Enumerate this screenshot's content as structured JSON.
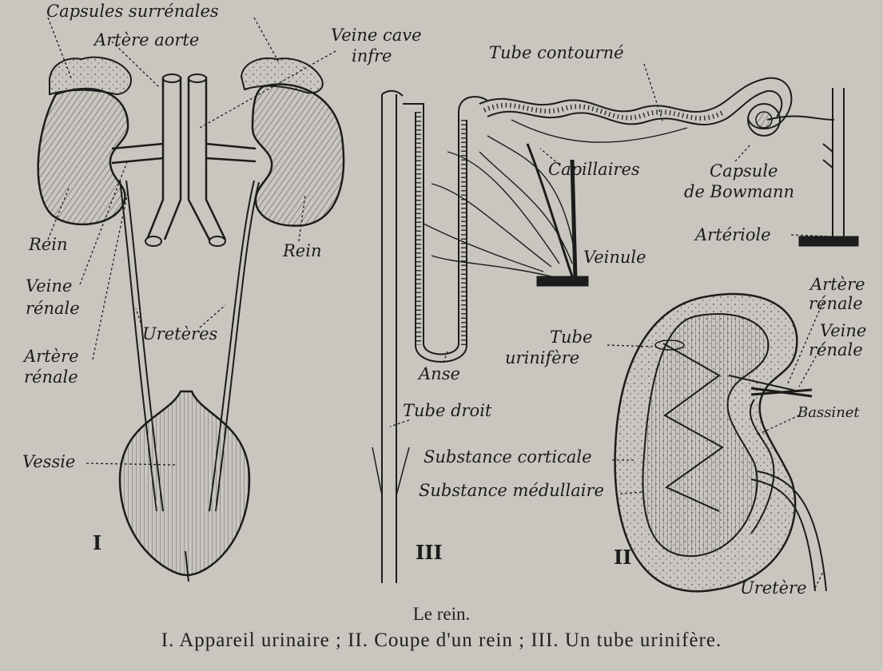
{
  "figure": {
    "panels": {
      "I": {
        "numeral": "I",
        "labels": {
          "capsules_surrenales": "Capsules surrénales",
          "artere_aorte": "Artère aorte",
          "veine_cave_line1": "Veine cave",
          "veine_cave_line2": "infre",
          "rein_left": "Rein",
          "rein_right": "Rein",
          "veine_renale_line1": "Veine",
          "veine_renale_line2": "rénale",
          "ureteres": "Uretères",
          "artere_renale_line1": "Artère",
          "artere_renale_line2": "rénale",
          "vessie": "Vessie"
        }
      },
      "II": {
        "numeral": "II",
        "labels": {
          "artere_renale_line1": "Artère",
          "artere_renale_line2": "rénale",
          "tube_urinifere_line1": "Tube",
          "tube_urinifere_line2": "urinifère",
          "veine_renale_line1": "Veine",
          "veine_renale_line2": "rénale",
          "bassinet": "Bassinet",
          "substance_corticale": "Substance corticale",
          "substance_medullaire": "Substance médullaire",
          "uretere": "Uretère"
        }
      },
      "III": {
        "numeral": "III",
        "labels": {
          "tube_contourne": "Tube contourné",
          "capillaires": "Capillaires",
          "capsule_line1": "Capsule",
          "capsule_line2": "de Bowmann",
          "arteriole": "Artériole",
          "veinule": "Veinule",
          "anse": "Anse",
          "tube_droit": "Tube droit"
        }
      }
    },
    "caption": {
      "title": "Le rein.",
      "text": "I. Appareil urinaire ; II. Coupe d'un rein ; III. Un tube urinifère."
    }
  }
}
